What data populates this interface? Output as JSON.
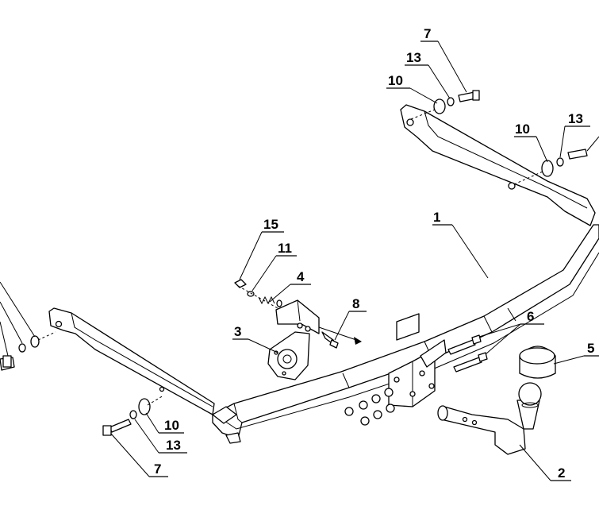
{
  "diagram": {
    "callouts": [
      {
        "id": "c1",
        "label": "1"
      },
      {
        "id": "c2",
        "label": "2"
      },
      {
        "id": "c3",
        "label": "3"
      },
      {
        "id": "c4",
        "label": "4"
      },
      {
        "id": "c5",
        "label": "5"
      },
      {
        "id": "c6",
        "label": "6"
      },
      {
        "id": "c7a",
        "label": "7"
      },
      {
        "id": "c7b",
        "label": "7"
      },
      {
        "id": "c8",
        "label": "8"
      },
      {
        "id": "c10a",
        "label": "10"
      },
      {
        "id": "c10b",
        "label": "10"
      },
      {
        "id": "c10c",
        "label": "10"
      },
      {
        "id": "c11",
        "label": "11"
      },
      {
        "id": "c13a",
        "label": "13"
      },
      {
        "id": "c13b",
        "label": "13"
      },
      {
        "id": "c13c",
        "label": "13"
      },
      {
        "id": "c15",
        "label": "15"
      }
    ]
  }
}
